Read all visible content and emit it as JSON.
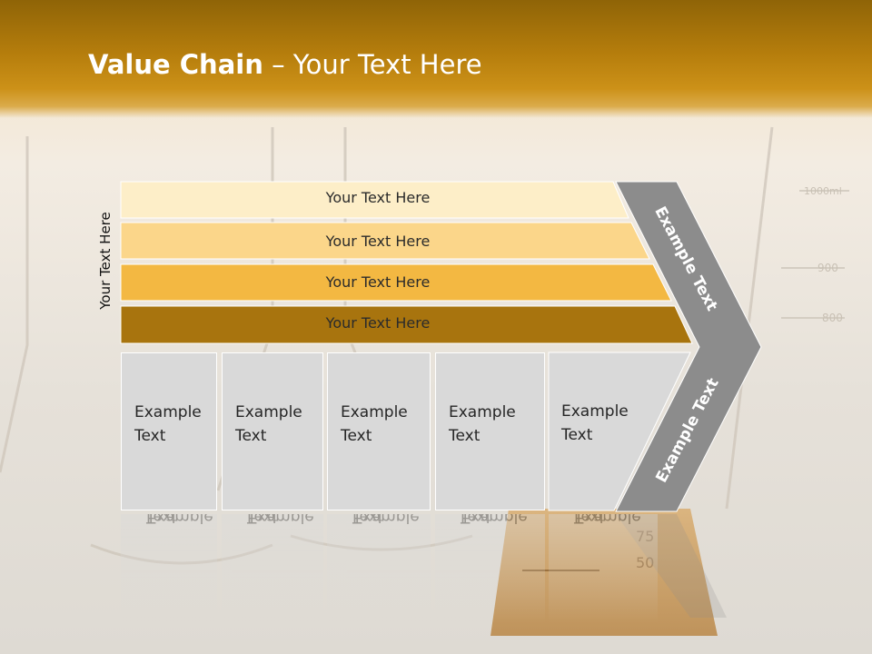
{
  "title": {
    "bold": "Value Chain",
    "rest": " – Your Text Here"
  },
  "side_label": "Your Text Here",
  "bands": [
    {
      "label": "Your Text Here",
      "color": "#fdeec8"
    },
    {
      "label": "Your Text Here",
      "color": "#fbd68a"
    },
    {
      "label": "Your Text Here",
      "color": "#f3b842"
    },
    {
      "label": "Your Text Here",
      "color": "#a8740e"
    }
  ],
  "boxes": [
    {
      "line1": "Example",
      "line2": "Text"
    },
    {
      "line1": "Example",
      "line2": "Text"
    },
    {
      "line1": "Example",
      "line2": "Text"
    },
    {
      "line1": "Example",
      "line2": "Text"
    },
    {
      "line1": "Example",
      "line2": "Text"
    }
  ],
  "arrow": {
    "upper_label": "Example Text",
    "lower_label": "Example Text",
    "color": "#8c8c8c"
  },
  "colors": {
    "title_bar": "#b57d0c",
    "box_fill": "#d9d9d9"
  }
}
